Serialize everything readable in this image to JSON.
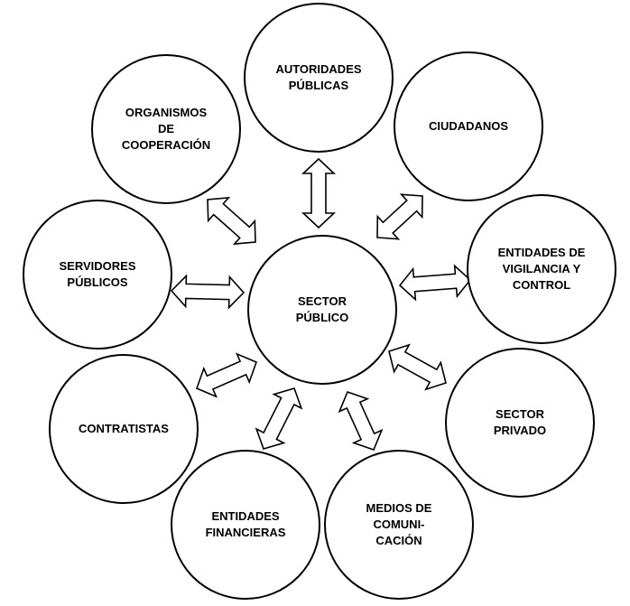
{
  "center": {
    "lines": [
      "SECTOR",
      "PÚBLICO"
    ]
  },
  "nodes": [
    {
      "id": "autoridades-publicas",
      "lines": [
        "AUTORIDADES",
        "PÚBLICAS"
      ]
    },
    {
      "id": "ciudadanos",
      "lines": [
        "CIUDADANOS"
      ]
    },
    {
      "id": "entidades-vigilancia-control",
      "lines": [
        "ENTIDADES DE",
        "VIGILANCIA Y",
        "CONTROL"
      ]
    },
    {
      "id": "sector-privado",
      "lines": [
        "SECTOR",
        "PRIVADO"
      ]
    },
    {
      "id": "medios-comunicacion",
      "lines": [
        "MEDIOS DE",
        "COMUNI-",
        "CACIÓN"
      ]
    },
    {
      "id": "entidades-financieras",
      "lines": [
        "ENTIDADES",
        "FINANCIERAS"
      ]
    },
    {
      "id": "contratistas",
      "lines": [
        "CONTRATISTAS"
      ]
    },
    {
      "id": "servidores-publicos",
      "lines": [
        "SERVIDORES",
        "PÚBLICOS"
      ]
    },
    {
      "id": "organismos-cooperacion",
      "lines": [
        "ORGANISMOS",
        "DE",
        "COOPERACIÓN"
      ]
    }
  ],
  "colors": {
    "stroke": "#000000",
    "fill": "#ffffff",
    "text": "#000000"
  }
}
